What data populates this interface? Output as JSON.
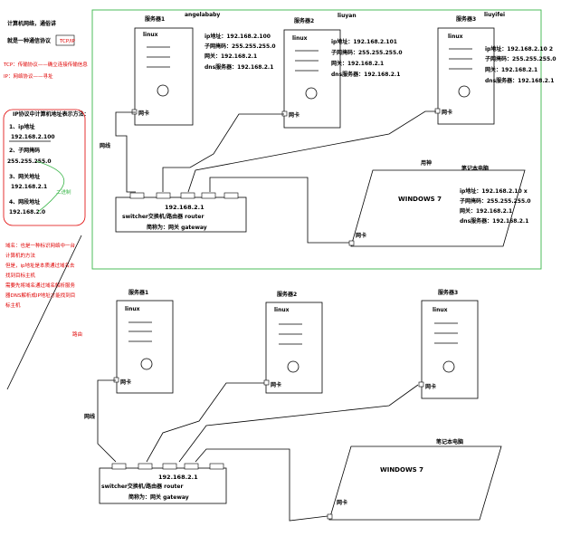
{
  "notes": {
    "intro1": "计算机网络，通俗讲",
    "intro2": "就是一种通信协议",
    "protocol": "TCP/IP",
    "tcp": "TCP：传输协议——确立连接传输信息",
    "ip": "IP：网络协议——寻址",
    "ip_methods_title": "IP协议中计算机地址表示方法：",
    "ip_items": [
      "1、ip地址",
      "192.168.2.100",
      "2、子网掩码",
      "255.255.255.0",
      "3、网关地址",
      "192.168.2.1",
      "4、网段地址",
      "192.168.2.0"
    ],
    "binary_note": "二进制",
    "domain_notes": [
      "域名：也是一种标识网络中一台",
      "计算机的方法",
      "但是，ip地址是本质通过域名去",
      "找到目标主机",
      "需要先将域名通过域名解析服务",
      "器DNS解析成IP地址才能找到目",
      "标主机"
    ],
    "misc_red": "路由"
  },
  "top_diagram": {
    "servers": [
      {
        "title": "服务器1",
        "name": "angelababy",
        "os": "linux",
        "ip": "ip地址：192.168.2.100",
        "mask": "子网掩码：255.255.255.0",
        "gw": "网关：192.168.2.1",
        "dns": "dns服务器：192.168.2.1",
        "nic": "网卡"
      },
      {
        "title": "服务器2",
        "name": "liuyan",
        "os": "linux",
        "ip": "ip地址：192.168.2.101",
        "mask": "子网掩码：255.255.255.0",
        "gw": "网关：192.168.2.1",
        "dns": "dns服务器：192.168.2.1",
        "nic": "网卡"
      },
      {
        "title": "服务器3",
        "name": "liuyifei",
        "os": "linux",
        "ip": "ip地址：192.168.2.10 2",
        "mask": "子网掩码：255.255.255.0",
        "gw": "网关：192.168.2.1",
        "dns": "dns服务器：192.168.2.1",
        "nic": "网卡"
      }
    ],
    "laptop": {
      "title": "笔记本电脑",
      "owner": "用神",
      "os": "WINDOWS 7",
      "ip": "ip地址：192.168.2.10 x",
      "mask": "子网掩码：255.255.255.0",
      "gw": "网关：192.168.2.1",
      "dns": "dns服务器：192.168.2.1",
      "nic": "网卡"
    },
    "router": {
      "ip": "192.168.2.1",
      "label": "switcher交换机/路由器 router",
      "alias": "简称为：网关  gateway"
    },
    "cable": "网线"
  },
  "bottom_diagram": {
    "servers": [
      {
        "title": "服务器1",
        "os": "linux",
        "nic": "网卡"
      },
      {
        "title": "服务器2",
        "os": "linux",
        "nic": "网卡"
      },
      {
        "title": "服务器3",
        "os": "linux",
        "nic": "网卡"
      }
    ],
    "laptop": {
      "title": "笔记本电脑",
      "os": "WINDOWS 7",
      "nic": "网卡"
    },
    "router": {
      "ip": "192.168.2.1",
      "label": "switcher交换机/路由器 router",
      "alias": "简称为：网关  gateway"
    },
    "cable": "网线"
  },
  "colors": {
    "note_red": "#e00000",
    "frame_green": "#3bb64a",
    "ink": "#000000"
  }
}
